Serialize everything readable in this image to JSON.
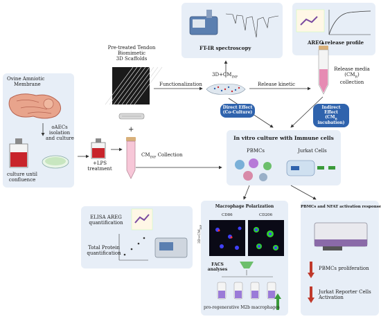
{
  "amniotic": {
    "title_line1": "Ovine Amniotic",
    "title_line2": "Membrane",
    "isolation_line1": "oAECs",
    "isolation_line2": "isolation",
    "isolation_line3": "and culture",
    "culture_line1": "culture until",
    "culture_line2": "confluence"
  },
  "lps": {
    "line1": "+LPS",
    "line2": "treatment"
  },
  "cm_collection": {
    "prefix": "CM",
    "sub": "INF",
    "suffix": " Collection"
  },
  "scaffold": {
    "line1": "Pre-treated Tendon",
    "line2": "Biomimetic",
    "line3": "3D Scaffolds",
    "plus": "+"
  },
  "functionalization": "Functionalization",
  "scaffold_3d": {
    "prefix": "3D+CM",
    "sub": "INF"
  },
  "release_kinetic": "Release kinetic",
  "ftir": {
    "label": "FT-IR spectroscopy"
  },
  "areg_profile": {
    "label": "AREG release profile"
  },
  "release_media": {
    "line1": "Release media",
    "line2_prefix": "(CM",
    "line2_sub": "R",
    "line2_suffix": ")",
    "line3": "collection"
  },
  "direct_effect": {
    "line1": "Direct Effect",
    "line2": "(Co-Culture)"
  },
  "indirect_effect": {
    "line1": "Indirect Effect",
    "line2_prefix": "(CM",
    "line2_sub": "R",
    "line3": "incubation)"
  },
  "immune": {
    "title": "In vitro culture with Immune cells",
    "pbmcs": "PBMCs",
    "jurkat": "Jurkat Cells"
  },
  "elisa": {
    "line1": "ELISA AREG",
    "line2": "quantification",
    "protein1": "Total Protein",
    "protein2": "quantification"
  },
  "macrophage": {
    "title": "Macrophage Polarization",
    "cd86": "CD86",
    "cd206": "CD206",
    "row_label": "3D+CM",
    "row_sub": "INF",
    "facs1": "FACS",
    "facs2": "analyses",
    "m2b": "pro-regenerative M2b macrophages"
  },
  "nfat": {
    "title": "PBMCs and NFAT activation responses",
    "prolif": "PBMCs proliferation",
    "jurkat1": "Jurkat Reporter Cells",
    "jurkat2": "Activation"
  },
  "colors": {
    "panel": "#e7eef7",
    "badge": "#2f63ad",
    "down_arrow": "#c0392b",
    "up_arrow": "#3a9a3a",
    "media_pink": "#e68bb3",
    "flask_red": "#c8242b"
  }
}
